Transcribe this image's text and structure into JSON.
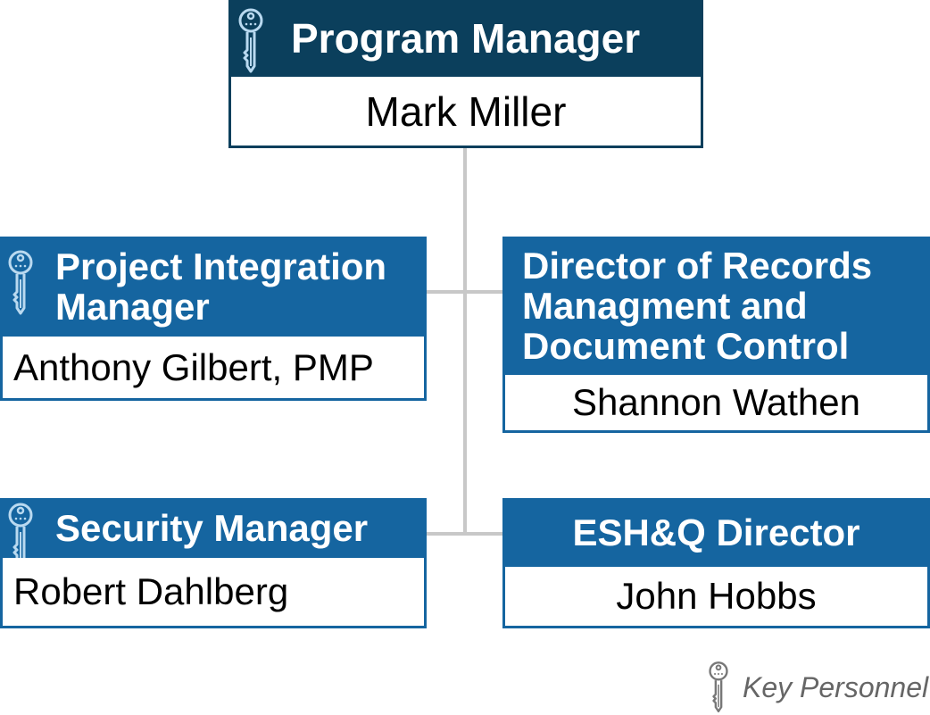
{
  "colors": {
    "top_header": "#0b3f5c",
    "header": "#1565a0",
    "connector": "#c8c8c8",
    "key_icon": "#b9d9f0"
  },
  "nodes": {
    "program_manager": {
      "title": "Program Manager",
      "name": "Mark Miller",
      "icon": "key-icon"
    },
    "project_integration": {
      "title": "Project Integration Manager",
      "name": "Anthony Gilbert, PMP",
      "icon": "key-icon"
    },
    "records_director": {
      "title_lines": [
        "Director of Records",
        "Managment and",
        "Document Control"
      ],
      "name": "Shannon Wathen"
    },
    "security_manager": {
      "title": "Security Manager",
      "name": "Robert Dahlberg",
      "icon": "key-icon"
    },
    "eshq_director": {
      "title": "ESH&Q Director",
      "name": "John Hobbs"
    }
  },
  "legend": {
    "label": "Key Personnel",
    "icon": "key-icon"
  }
}
